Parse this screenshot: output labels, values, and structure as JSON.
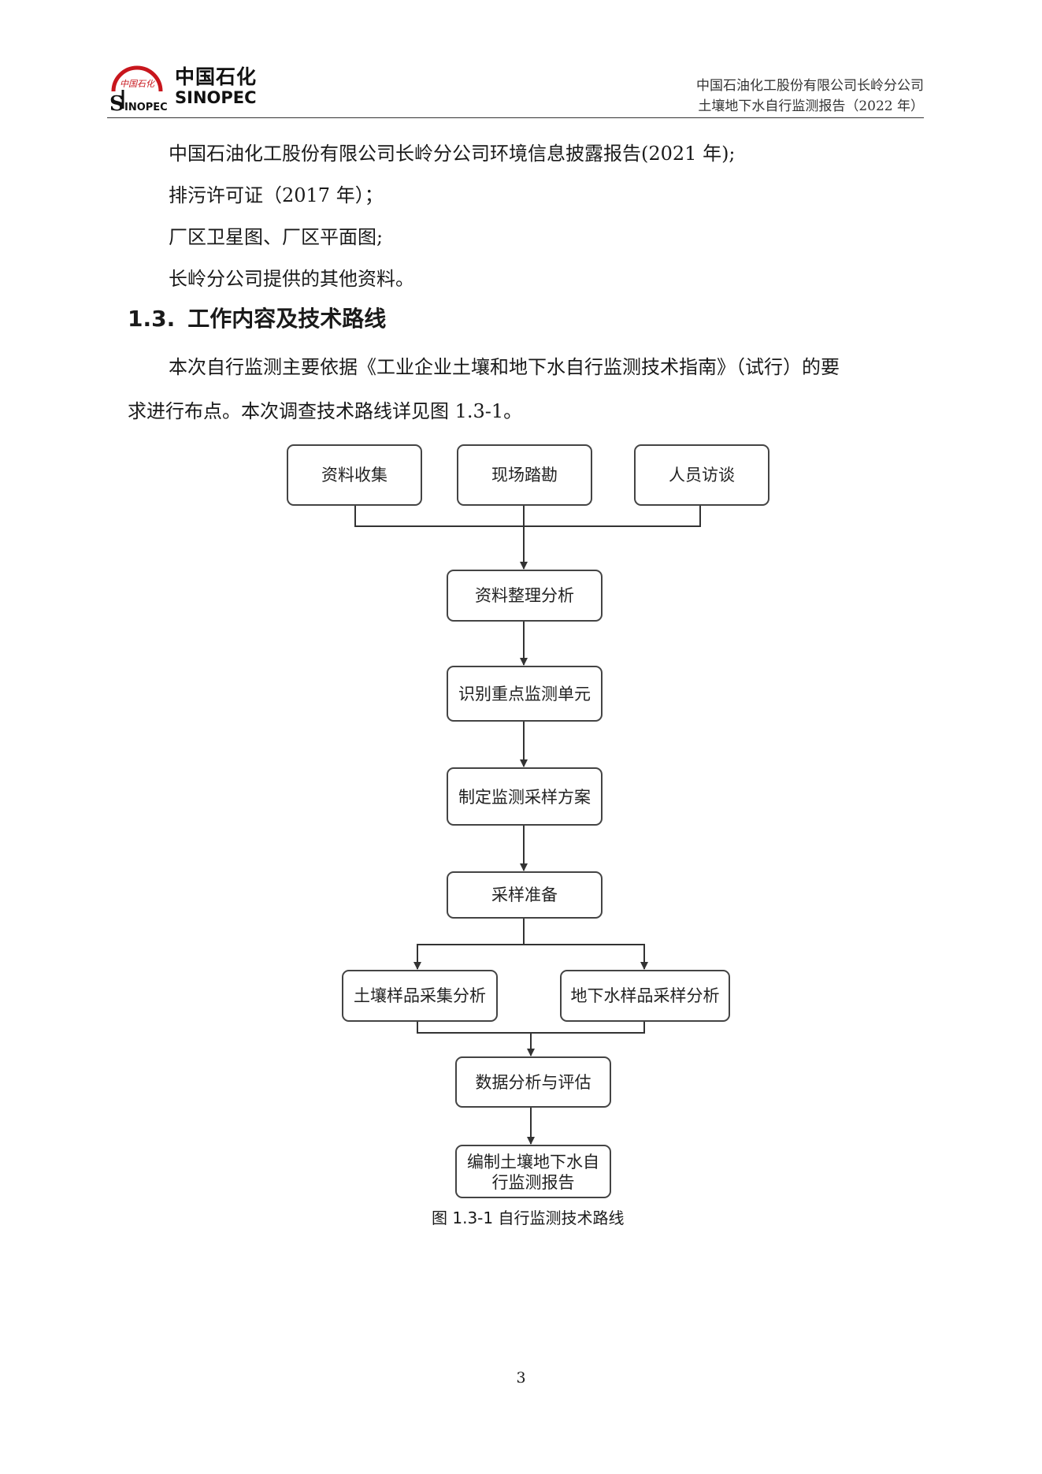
{
  "header": {
    "logo_cn": "中国石化",
    "logo_en": "SINOPEC",
    "company_line": "中国石油化工股份有限公司长岭分公司",
    "report_line": "土壤地下水自行监测报告（2022 年）"
  },
  "references": [
    "中国石油化工股份有限公司长岭分公司环境信息披露报告(2021 年);",
    "排污许可证（2017 年）；",
    "厂区卫星图、厂区平面图;",
    "长岭分公司提供的其他资料。"
  ],
  "section": {
    "number": "1.3.",
    "title": "工作内容及技术路线"
  },
  "paragraph": {
    "line1": "本次自行监测主要依据《工业企业土壤和地下水自行监测技术指南》（试行）的要",
    "line2": "求进行布点。本次调查技术路线详见图 1.3-1。"
  },
  "flowchart": {
    "top_boxes": [
      "资料收集",
      "现场踏勘",
      "人员访谈"
    ],
    "steps": [
      "资料整理分析",
      "识别重点监测单元",
      "制定监测采样方案",
      "采样准备"
    ],
    "branches": [
      "土壤样品采集分析",
      "地下水样品采样分析"
    ],
    "analysis": "数据分析与评估",
    "final_line1": "编制土壤地下水自",
    "final_line2": "行监测报告"
  },
  "caption": "图 1.3-1  自行监测技术路线",
  "page_number": "3"
}
